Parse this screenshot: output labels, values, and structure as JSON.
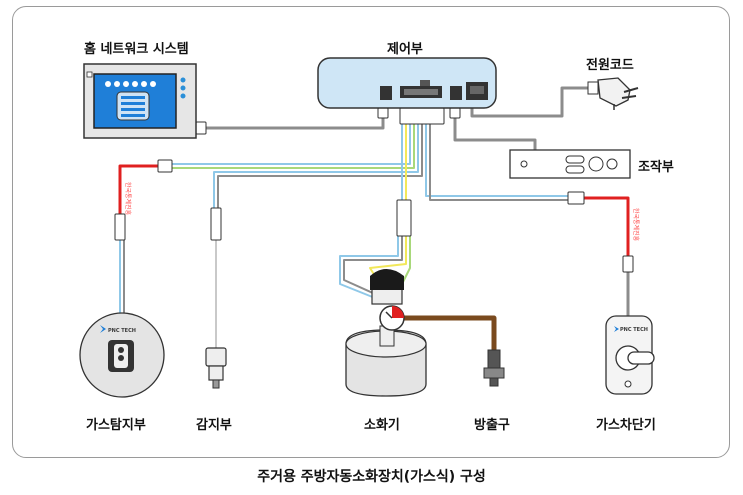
{
  "labels": {
    "home_network": "홈 네트워크 시스템",
    "controller": "제어부",
    "power_cord": "전원코드",
    "control_panel": "조작부",
    "gas_detector": "가스탐지부",
    "sensor": "감지부",
    "extinguisher": "소화기",
    "nozzle": "방출구",
    "gas_shutoff": "가스차단기"
  },
  "cable_text": {
    "left": "한국통계진흥",
    "right": "한국통계진흥"
  },
  "logo": {
    "brand": "PNC TECH"
  },
  "caption": "주거용 주방자동소화장치(가스식) 구성",
  "colors": {
    "cable_gray": "#8c8c8c",
    "cable_red": "#e02020",
    "cable_blue": "#8fc8e8",
    "cable_yellow": "#f2e85a",
    "cable_green": "#a8d87a",
    "pipe_brown": "#7a4a1e",
    "controller_fill": "#cfe6f6",
    "screen_blue": "#1f7fd8"
  }
}
